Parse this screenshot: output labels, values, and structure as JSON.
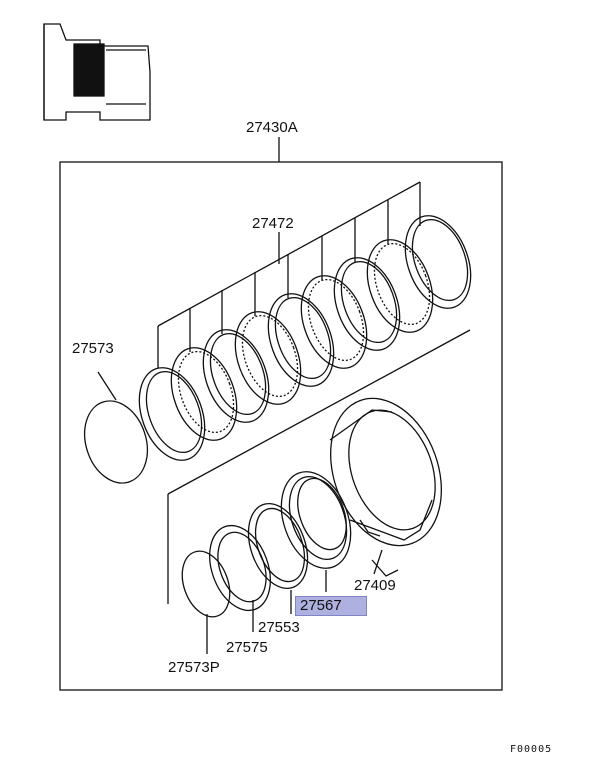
{
  "diagram": {
    "assembly_label": "27430A",
    "parts": {
      "p27472": "27472",
      "p27573": "27573",
      "p27409": "27409",
      "p27567": "27567",
      "p27553": "27553",
      "p27575": "27575",
      "p27573P": "27573P"
    },
    "highlighted_part": "27567",
    "highlight_color": "#aeb0e0",
    "figure_code": "F00005"
  }
}
